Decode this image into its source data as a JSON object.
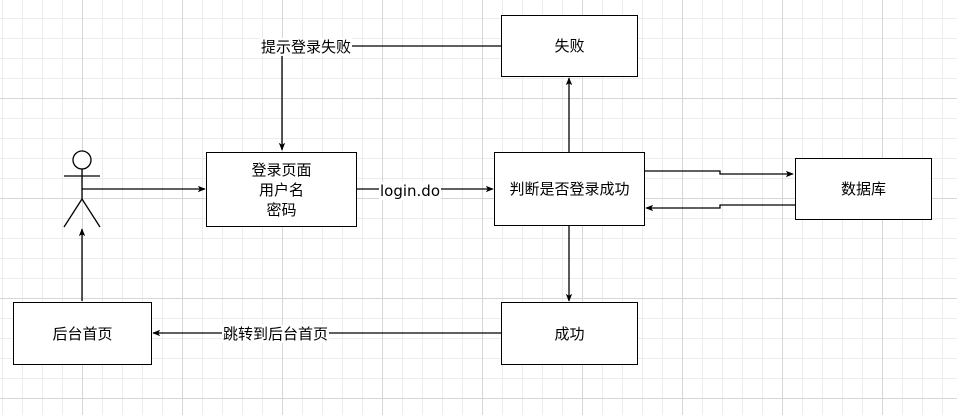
{
  "nodes": {
    "login_page": [
      "登录页面",
      "用户名",
      "密码"
    ],
    "judge": "判断是否登录成功",
    "fail": "失败",
    "success": "成功",
    "database": "数据库",
    "backend_home": "后台首页"
  },
  "edges": {
    "judge_to_page": "login.do",
    "fail_to_page": "提示登录失败",
    "success_to_home": "跳转到后台首页"
  }
}
